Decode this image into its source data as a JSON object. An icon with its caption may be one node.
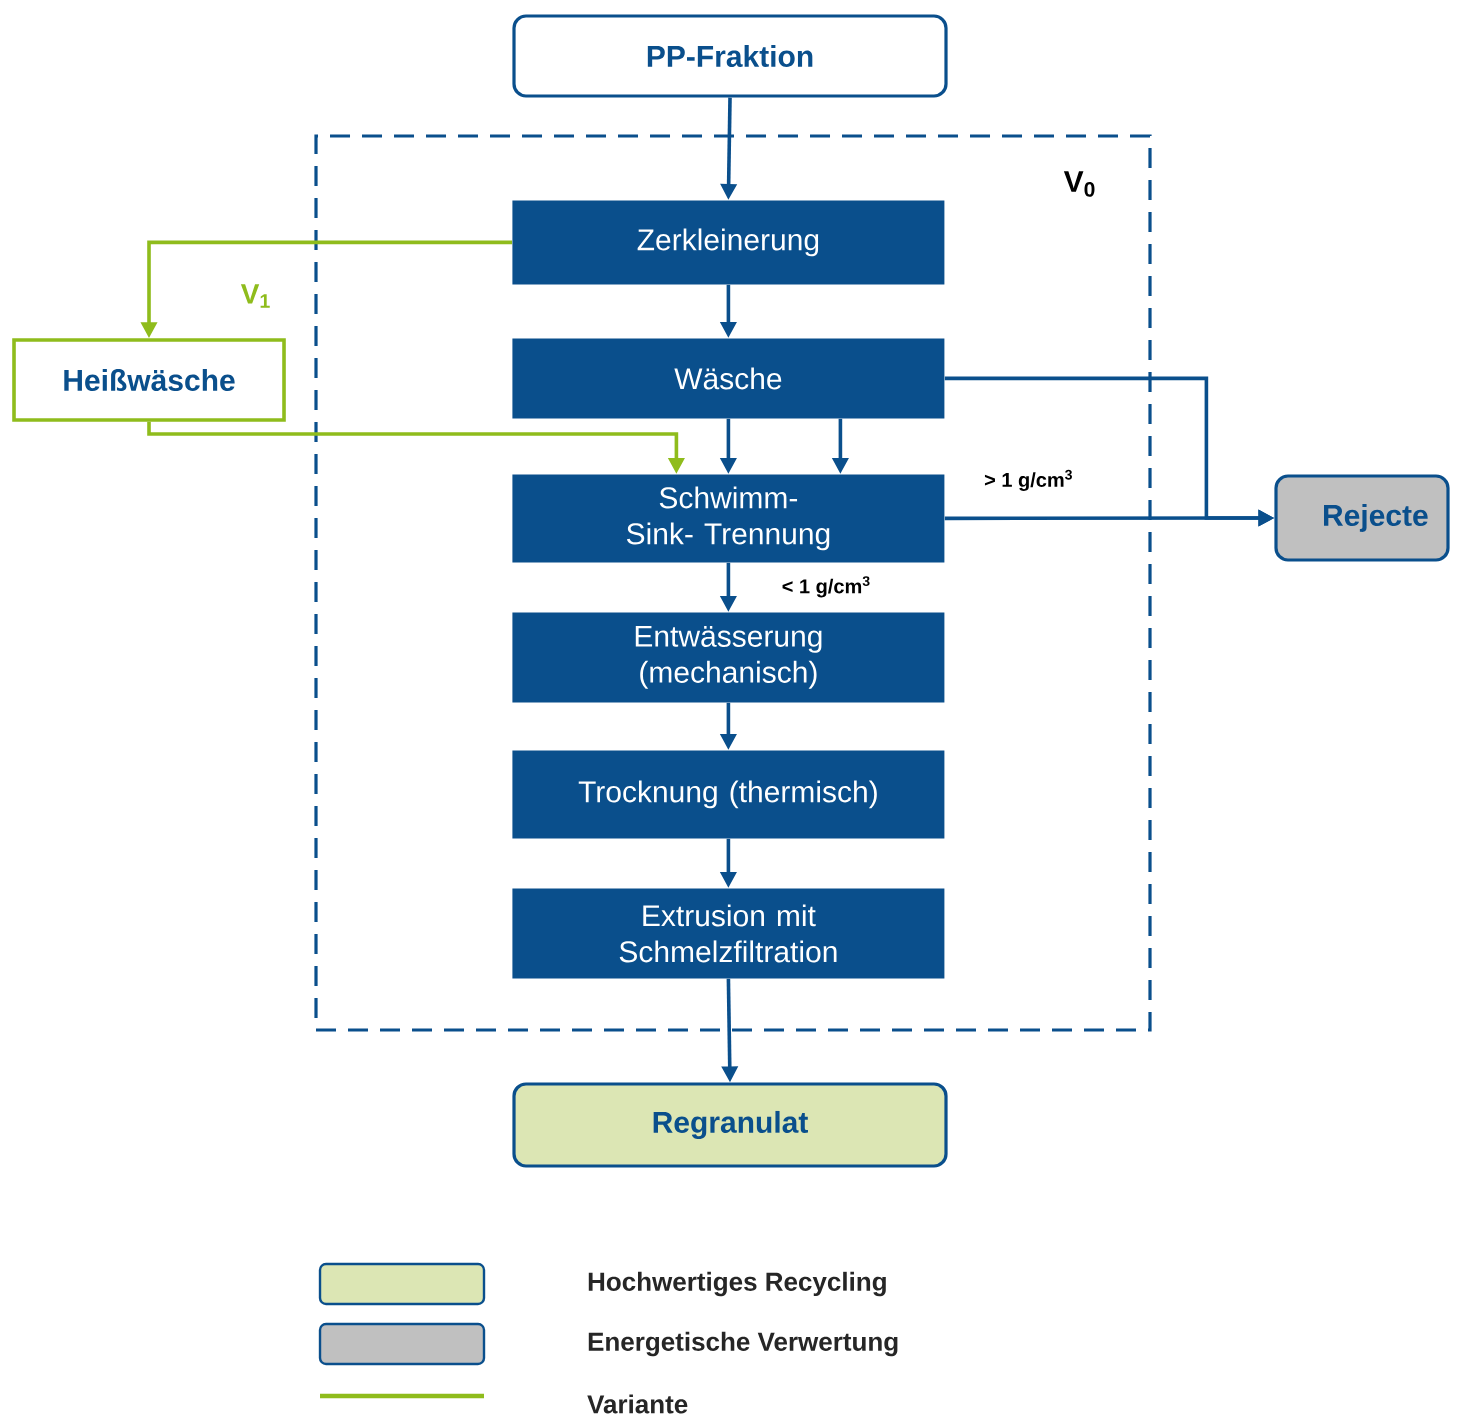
{
  "diagram": {
    "nodes": [
      {
        "text": [
          "PP-Fraktion"
        ]
      },
      {
        "text": [
          "V$_{0}$"
        ]
      },
      {
        "text": [
          "Zerkleinerung"
        ],
        "in": 1
      },
      {
        "text": [
          "Heißwäsche"
        ]
      },
      {
        "text": [
          "Wäsche"
        ],
        "in": 1
      },
      {
        "text": [
          "Schwimm-Sink- Trennung"
        ],
        "in": 1
      },
      {
        "text": [
          "Rejecte"
        ]
      },
      {
        "text": [
          "Entwässerung (mechanisch)"
        ],
        "in": 1
      },
      {
        "text": [
          "Trocknung (thermisch)"
        ],
        "in": 1
      },
      {
        "text": [
          "Extrusion mit Schmelzfiltration"
        ],
        "in": 1
      },
      {
        "text": [
          "Regranulat"
        ]
      }
    ],
    "edges": [
      {
        "from": 0,
        "to": 2,
        "arrow": "to"
      },
      {
        "from": 2,
        "to": 4,
        "arrow": "to"
      },
      {
        "from": 2,
        "to": 3,
        "arrow": "to",
        "label": "V$_{1}$",
        "color": "#8fbc1c"
      },
      {
        "from": 3,
        "to": 5,
        "arrow": "to",
        "color": "#8fbc1c"
      },
      {
        "from": 4,
        "to": 5,
        "arrow": "to"
      },
      {
        "from": 4,
        "to": 5,
        "arrow": "to"
      },
      {
        "from": 4,
        "to": 6,
        "arrow": "to"
      },
      {
        "from": 5,
        "to": 6,
        "arrow": "to",
        "label": "> 1 g/cm$^{3}$"
      },
      {
        "from": 5,
        "to": 7,
        "arrow": "to",
        "label": "< 1 g/cm$^{3}$"
      },
      {
        "from": 7,
        "to": 8,
        "arrow": "to"
      },
      {
        "from": 8,
        "to": 9,
        "arrow": "to"
      },
      {
        "from": 9,
        "to": 10,
        "arrow": "to"
      }
    ],
    "legend": [
      {
        "text": "Hochwertiges Recycling",
        "color": "#dce6b4"
      },
      {
        "text": "Energetische Verwertung",
        "color": "#c0c0c0"
      },
      {
        "text": "Variante"
      }
    ]
  }
}
